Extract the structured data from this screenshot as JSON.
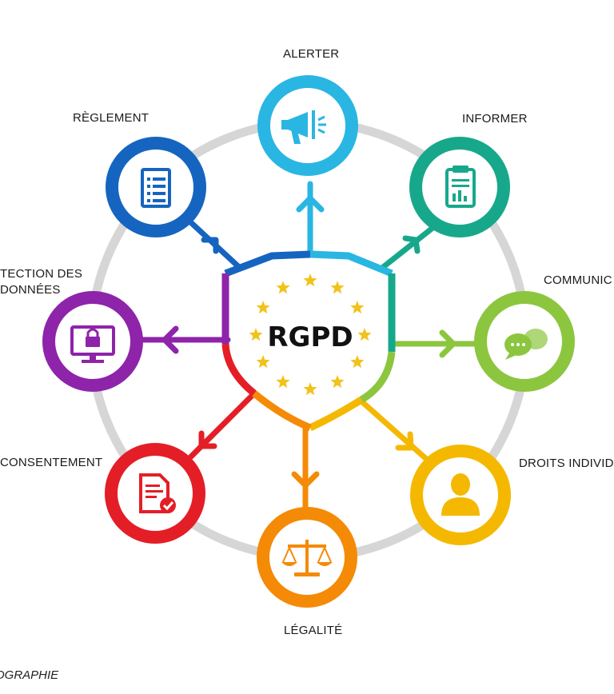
{
  "diagram": {
    "center": {
      "label": "RGPD",
      "flag_blue": "#1a4fb0",
      "star_color": "#f2c21a"
    },
    "ring_color": "#d6d6d6",
    "nodes": [
      {
        "id": "alerter",
        "label": "ALERTER",
        "color": "#2ab6e2",
        "icon": "megaphone-icon"
      },
      {
        "id": "informer",
        "label": "INFORMER",
        "color": "#17a88c",
        "icon": "clipboard-report-icon"
      },
      {
        "id": "communiquer",
        "label": "COMMUNIC",
        "color": "#8cc63f",
        "icon": "chat-bubbles-icon"
      },
      {
        "id": "droits",
        "label": "DROITS INDIVID",
        "color": "#f5b800",
        "icon": "person-icon"
      },
      {
        "id": "legalite",
        "label": "LÉGALITÉ",
        "color": "#f58a07",
        "icon": "scales-icon"
      },
      {
        "id": "consentement",
        "label": "CONSENTEMENT",
        "color": "#e41e26",
        "icon": "document-check-icon"
      },
      {
        "id": "protection",
        "label_line1": "TECTION DES",
        "label_line2": "DONNÉES",
        "color": "#8e24aa",
        "icon": "monitor-lock-icon"
      },
      {
        "id": "reglement",
        "label": "RÈGLEMENT",
        "color": "#1565c0",
        "icon": "document-list-icon"
      }
    ]
  },
  "footer": {
    "text": "OGRAPHIE"
  }
}
